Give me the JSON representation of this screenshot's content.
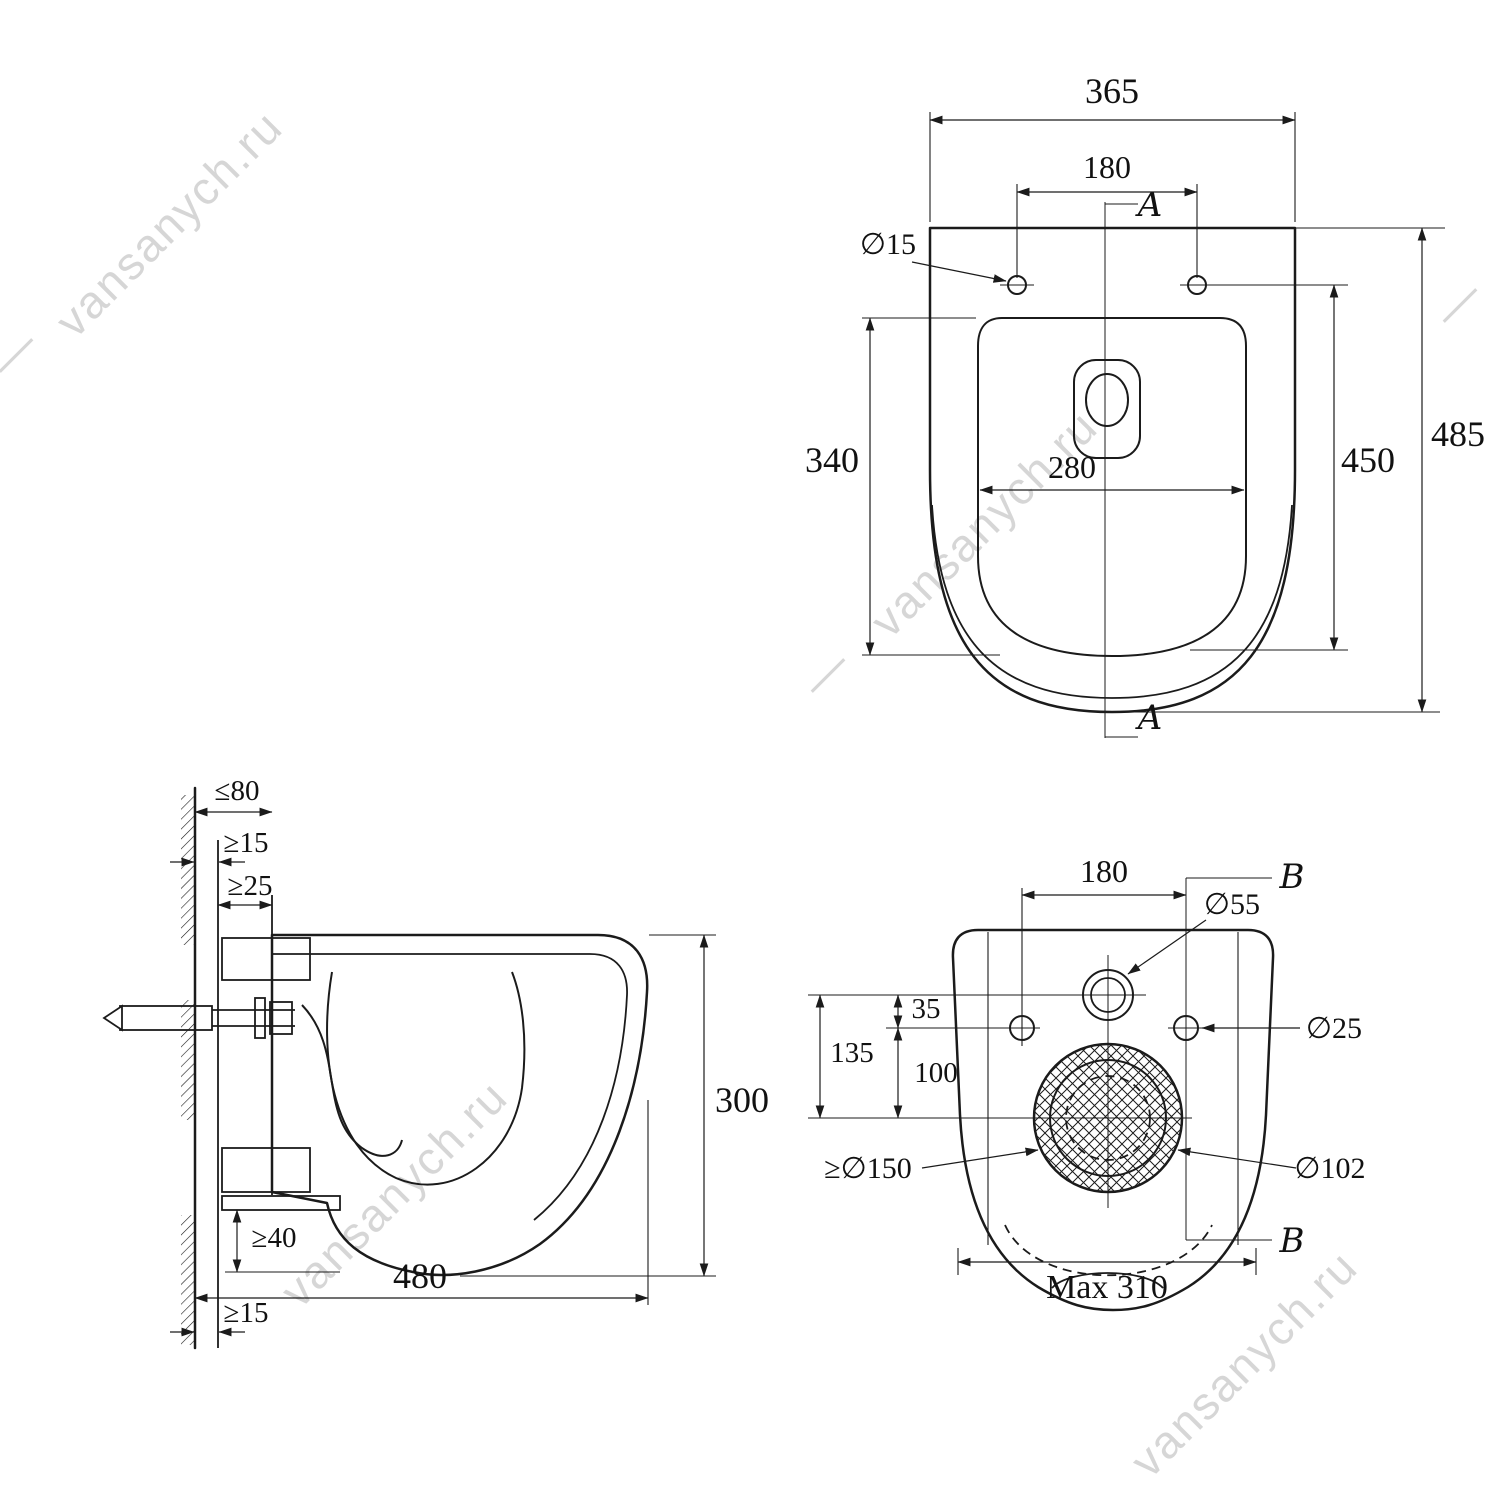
{
  "watermark": {
    "text": "vansanych.ru",
    "dash": "—"
  },
  "top_view": {
    "overall_width": "365",
    "hole_spacing": "180",
    "hole_diameter": "∅15",
    "section_marker": "A",
    "seat_cutout_length": "340",
    "seat_cutout_width": "280",
    "bowl_length": "450",
    "overall_depth": "485"
  },
  "side_view": {
    "max_panel": "≤80",
    "min_gap_top": "≥15",
    "min_frame": "≥25",
    "height": "300",
    "depth": "480",
    "min_bottom": "≥40",
    "min_gap_bottom": "≥15"
  },
  "rear_view": {
    "hole_spacing": "180",
    "section_marker": "B",
    "inlet_diameter": "∅55",
    "inlet_offset": "35",
    "outlet_offset_total": "135",
    "hole_to_outlet": "100",
    "hole_diameter": "∅25",
    "min_wall_opening": "≥∅150",
    "outlet_diameter": "∅102",
    "max_width": "Max 310"
  }
}
